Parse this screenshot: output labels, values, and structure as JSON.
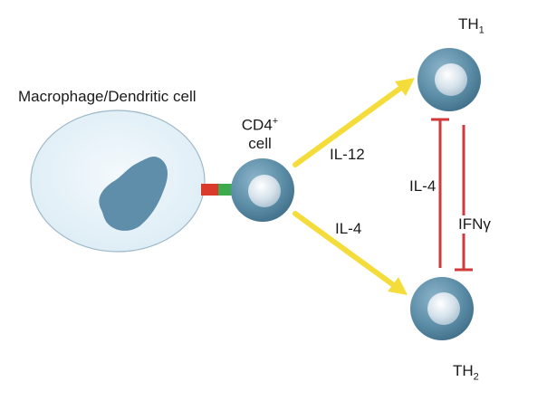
{
  "labels": {
    "macrophage": "Macrophage/Dendritic cell",
    "cd4_line1": "CD4",
    "cd4_sup": "+",
    "cd4_line2": "cell",
    "th1_main": "TH",
    "th1_sub": "1",
    "th2_main": "TH",
    "th2_sub": "2",
    "il12": "IL-12",
    "il4_lower": "IL-4",
    "il4_inhibit": "IL-4",
    "ifn_gamma": "IFNγ"
  },
  "colors": {
    "cell_outer": "#5f8fa8",
    "cell_inner": "#d6e3ec",
    "macrophage_fill": "#e6f2f8",
    "macrophage_stroke": "#9eb8c8",
    "nucleus": "#5e8ea9",
    "arrow_yellow": "#f4dc3a",
    "inhibit_red": "#cf3a3a",
    "receptor_red": "#d93a2b",
    "receptor_green": "#3daa4e"
  }
}
